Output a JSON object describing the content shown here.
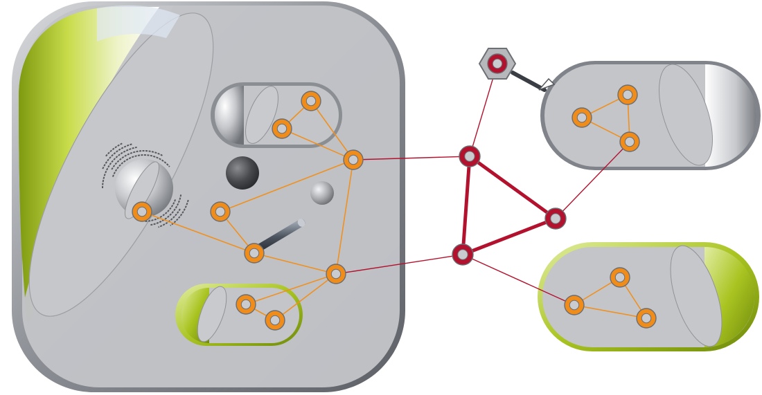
{
  "colors": {
    "panel_fill": "#c3c4c8",
    "panel_rim": "#7c7f85",
    "accent_green": "#a6c416",
    "node_orange": "#ef8c1a",
    "node_red": "#b3122e",
    "node_core": "#c9cbcf",
    "edge_orange": "#f0901e",
    "edge_red": "#b3122e"
  },
  "groups": [
    {
      "id": "main-group",
      "nodes": [
        "n1",
        "n2",
        "n3",
        "n4",
        "n5",
        "n6",
        "n7",
        "n8",
        "n9"
      ]
    },
    {
      "id": "upper-right-group",
      "nodes": [
        "r1",
        "r2",
        "r3"
      ]
    },
    {
      "id": "lower-right-group",
      "nodes": [
        "g1",
        "g2",
        "g3"
      ]
    }
  ],
  "hub_nodes": [
    "h1",
    "h2",
    "h3",
    "hx"
  ],
  "edges": {
    "orange": [
      [
        "n1",
        "n2"
      ],
      [
        "n1",
        "n3"
      ],
      [
        "n2",
        "n3"
      ],
      [
        "n3",
        "n4"
      ],
      [
        "n3",
        "n5"
      ],
      [
        "n4",
        "n6"
      ],
      [
        "n5",
        "n6"
      ],
      [
        "n6",
        "n7"
      ],
      [
        "n4",
        "n8"
      ],
      [
        "n8",
        "n9"
      ],
      [
        "n4",
        "n9"
      ],
      [
        "r1",
        "r2"
      ],
      [
        "r2",
        "r3"
      ],
      [
        "r1",
        "r3"
      ],
      [
        "g1",
        "g2"
      ],
      [
        "g1",
        "g3"
      ],
      [
        "g2",
        "g3"
      ]
    ],
    "red_thick": [
      [
        "h1",
        "h2"
      ],
      [
        "h1",
        "h3"
      ],
      [
        "h2",
        "h3"
      ]
    ],
    "red_thin": [
      [
        "n3",
        "h1"
      ],
      [
        "n4",
        "h2"
      ],
      [
        "h1",
        "hx"
      ],
      [
        "h3",
        "r3"
      ],
      [
        "h2",
        "g1"
      ]
    ]
  }
}
